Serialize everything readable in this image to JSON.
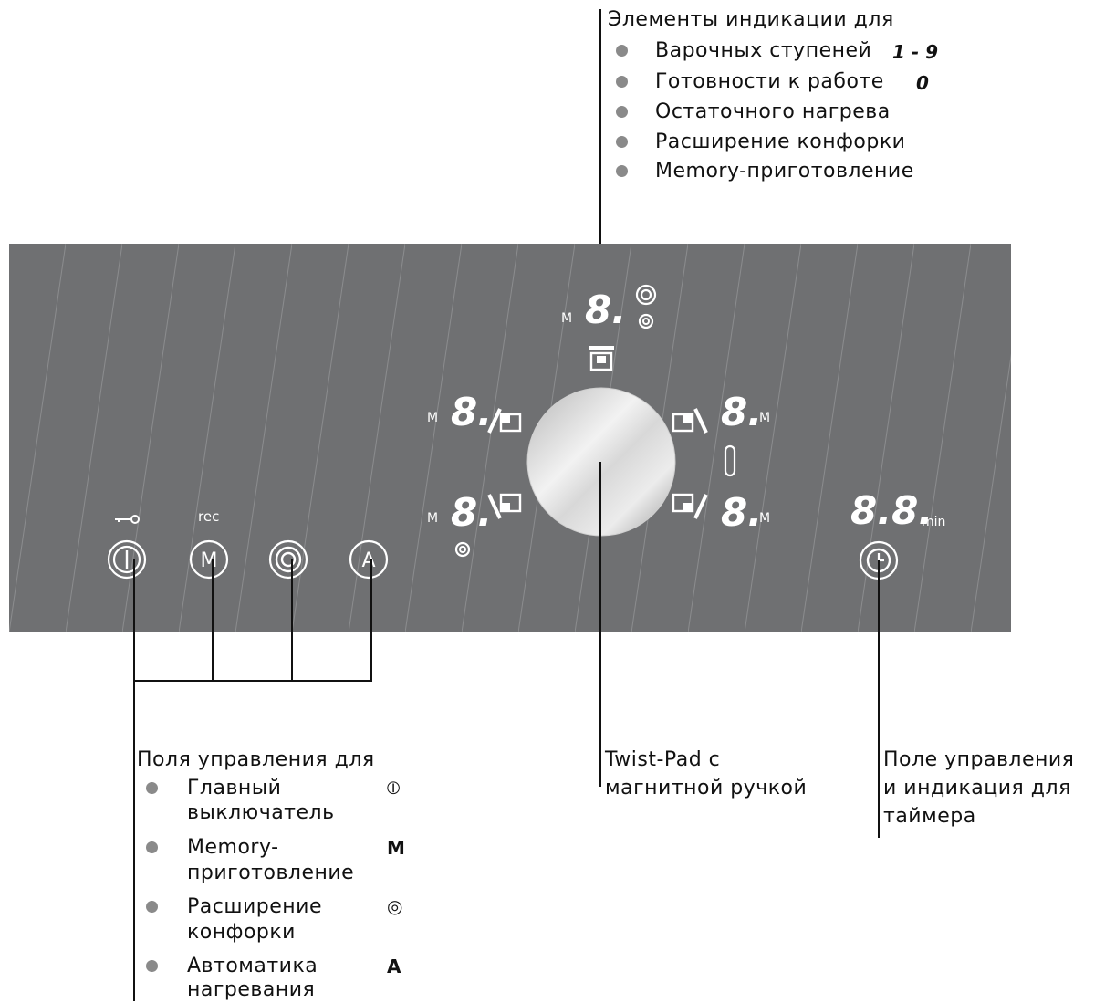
{
  "top_callout": {
    "title": "Элементы индикации для",
    "items": [
      {
        "label": "Варочных ступеней",
        "code": "1 - 9"
      },
      {
        "label": "Готовности к работе",
        "code": "0"
      },
      {
        "label": "Остаточного нагрева",
        "code": ""
      },
      {
        "label": "Расширение конфорки",
        "code": ""
      },
      {
        "label": "Memory-приготовление",
        "code": ""
      }
    ]
  },
  "panel": {
    "bg_color": "#6f7072",
    "indicator_color": "#ffffff",
    "label_m": "M",
    "label_rec": "rec",
    "label_min": "min",
    "digit": "8.",
    "timer_digits": "8.8.",
    "buttons": {
      "power": "I",
      "memory": "M",
      "extension": "◎",
      "auto": "A"
    }
  },
  "bottom_left_callout": {
    "title": "Поля управления для",
    "items": [
      {
        "line1": "Главный",
        "line2": "выключатель",
        "symbol": "⦶"
      },
      {
        "line1": "Memory-",
        "line2": "приготовление",
        "symbol": "M"
      },
      {
        "line1": "Расширение",
        "line2": "конфорки",
        "symbol": "◎"
      },
      {
        "line1": "Автоматика",
        "line2": "нагревания",
        "symbol": "A"
      }
    ]
  },
  "bottom_mid_callout": {
    "line1": "Twist-Pad с",
    "line2": "магнитной ручкой"
  },
  "bottom_right_callout": {
    "line1": "Поле управления",
    "line2": "и индикация для",
    "line3": "таймера"
  }
}
